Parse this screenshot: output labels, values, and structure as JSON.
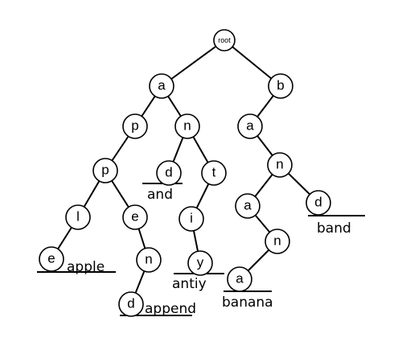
{
  "tree": {
    "nodes": [
      {
        "id": "root",
        "label": "root"
      },
      {
        "id": "a1",
        "label": "a"
      },
      {
        "id": "b1",
        "label": "b"
      },
      {
        "id": "p1",
        "label": "p"
      },
      {
        "id": "n1",
        "label": "n"
      },
      {
        "id": "a2",
        "label": "a"
      },
      {
        "id": "p2",
        "label": "p"
      },
      {
        "id": "d1",
        "label": "d"
      },
      {
        "id": "t1",
        "label": "t"
      },
      {
        "id": "n2",
        "label": "n"
      },
      {
        "id": "l1",
        "label": "l"
      },
      {
        "id": "e1",
        "label": "e"
      },
      {
        "id": "i1",
        "label": "i"
      },
      {
        "id": "a3",
        "label": "a"
      },
      {
        "id": "d2",
        "label": "d"
      },
      {
        "id": "e2",
        "label": "e"
      },
      {
        "id": "n3",
        "label": "n"
      },
      {
        "id": "y1",
        "label": "y"
      },
      {
        "id": "n4",
        "label": "n"
      },
      {
        "id": "d3",
        "label": "d"
      },
      {
        "id": "a4",
        "label": "a"
      }
    ],
    "edges": [
      [
        "root",
        "a1"
      ],
      [
        "root",
        "b1"
      ],
      [
        "a1",
        "p1"
      ],
      [
        "a1",
        "n1"
      ],
      [
        "p1",
        "p2"
      ],
      [
        "p2",
        "l1"
      ],
      [
        "p2",
        "e1"
      ],
      [
        "l1",
        "e2"
      ],
      [
        "e1",
        "n3"
      ],
      [
        "n3",
        "d3"
      ],
      [
        "n1",
        "d1"
      ],
      [
        "n1",
        "t1"
      ],
      [
        "t1",
        "i1"
      ],
      [
        "i1",
        "y1"
      ],
      [
        "b1",
        "a2"
      ],
      [
        "a2",
        "n2"
      ],
      [
        "n2",
        "a3"
      ],
      [
        "n2",
        "d2"
      ],
      [
        "a3",
        "n4"
      ],
      [
        "n4",
        "a4"
      ]
    ],
    "words": [
      {
        "id": "w-apple",
        "label": "apple"
      },
      {
        "id": "w-append",
        "label": "append"
      },
      {
        "id": "w-and",
        "label": "and"
      },
      {
        "id": "w-antiy",
        "label": "antiy"
      },
      {
        "id": "w-banana",
        "label": "banana"
      },
      {
        "id": "w-band",
        "label": "band"
      }
    ]
  }
}
